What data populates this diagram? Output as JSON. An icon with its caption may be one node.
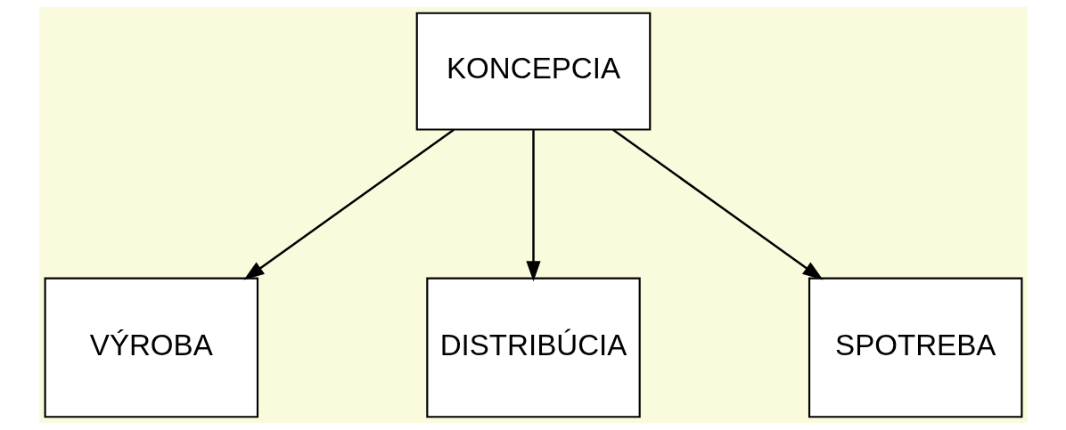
{
  "diagram": {
    "nodes": [
      {
        "text": [
          "KONCEPCIA"
        ]
      },
      {
        "text": [
          "VÝROBA"
        ]
      },
      {
        "text": [
          "DISTRIBÚCIA"
        ]
      },
      {
        "text": [
          "SPOTREBA"
        ]
      }
    ],
    "edges": [
      {
        "from": 0,
        "to": 1,
        "arrow": "to"
      },
      {
        "from": 0,
        "to": 2,
        "arrow": "to"
      },
      {
        "from": 0,
        "to": 3,
        "arrow": "to"
      }
    ]
  }
}
